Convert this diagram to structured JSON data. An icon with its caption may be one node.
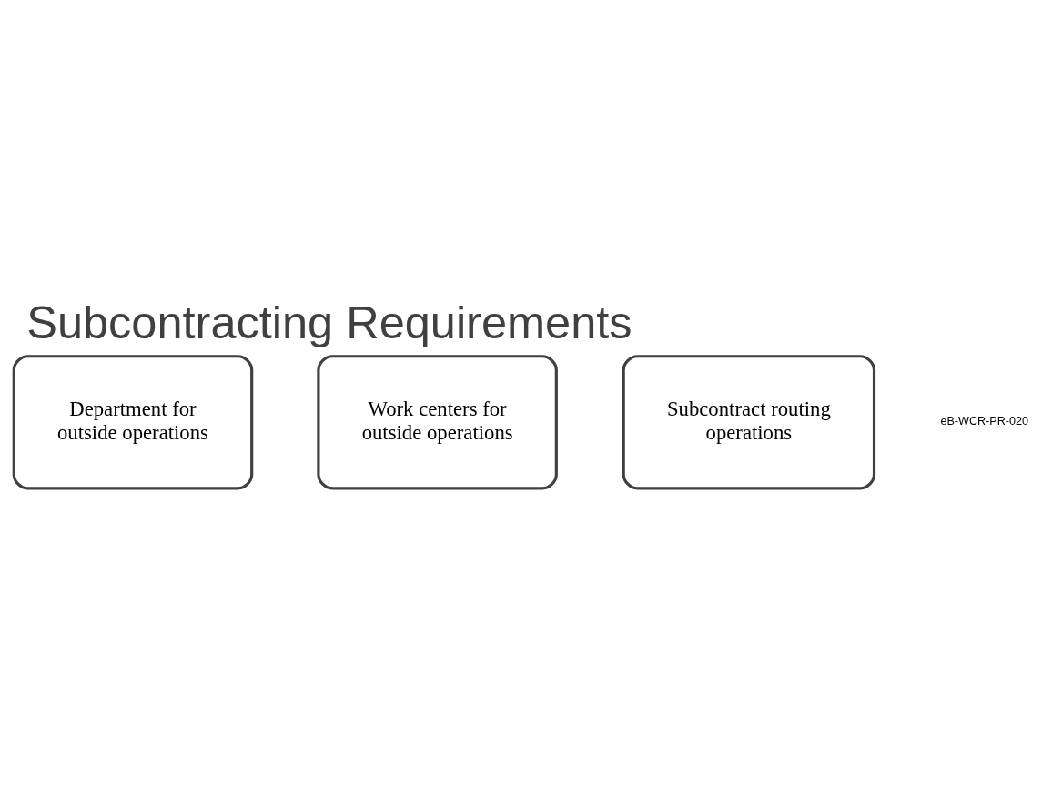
{
  "diagram": {
    "title": "Subcontracting Requirements",
    "nodes": [
      {
        "text": [
          "Department for outside operations"
        ]
      },
      {
        "text": [
          "Work centers for outside operations"
        ]
      },
      {
        "text": [
          "Subcontract routing operations"
        ]
      }
    ],
    "labels": [
      "eB-WCR-PR-020"
    ]
  }
}
